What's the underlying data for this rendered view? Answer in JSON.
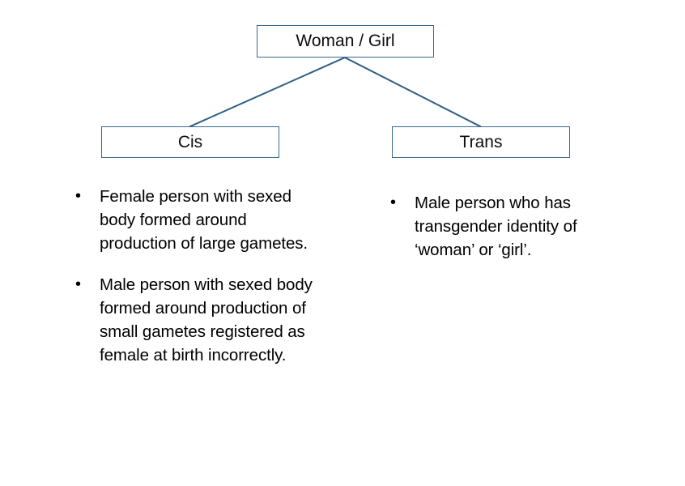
{
  "diagram": {
    "type": "tree",
    "title": "Woman / Girl category breakdown",
    "colors": {
      "box_border": "#35698f",
      "connector_line": "#2e6087",
      "background": "#ffffff",
      "text": "#000000"
    },
    "nodes": {
      "root": {
        "label": "Woman / Girl"
      },
      "left": {
        "label": "Cis"
      },
      "right": {
        "label": "Trans"
      }
    },
    "columns": {
      "cis": {
        "bullet_glyph": "•",
        "items": [
          "Female person with sexed body formed around production of large gametes.",
          "Male person with sexed body formed around production of small gametes registered as female at birth incorrectly."
        ]
      },
      "trans": {
        "bullet_glyph": "•",
        "items": [
          "Male person who has transgender identity of ‘woman’ or ‘girl’."
        ]
      }
    }
  }
}
